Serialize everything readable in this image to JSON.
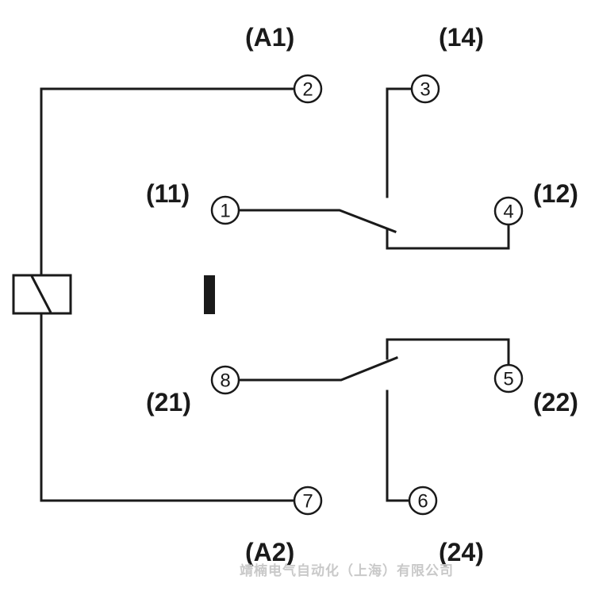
{
  "terminals": {
    "t2": "2",
    "t3": "3",
    "t1": "1",
    "t4": "4",
    "t8": "8",
    "t5": "5",
    "t7": "7",
    "t6": "6"
  },
  "labels": {
    "a1": "(A1)",
    "l14": "(14)",
    "l11": "(11)",
    "l12": "(12)",
    "l21": "(21)",
    "l22": "(22)",
    "a2": "(A2)",
    "l24": "(24)"
  },
  "watermark": "靖楠电气自动化（上海）有限公司",
  "colors": {
    "line": "#1a1a1a",
    "background": "#ffffff",
    "watermark": "#c9c9c9"
  }
}
